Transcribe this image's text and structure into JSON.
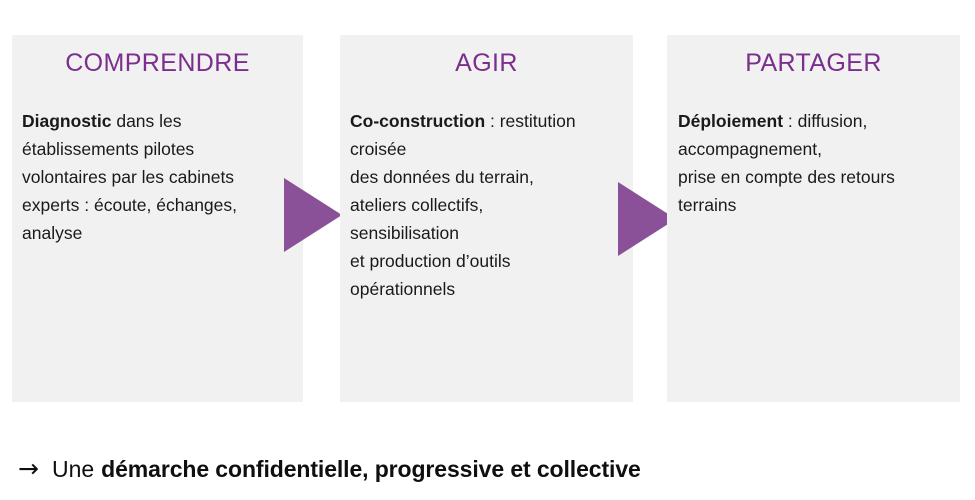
{
  "slide": {
    "background_color": "#ffffff",
    "accent_color": "#7B2E8E",
    "panel_background_color": "#f1f1f1",
    "text_color": "#1a1a1a"
  },
  "panels": [
    {
      "title": "COMPRENDRE",
      "lead": "Diagnostic",
      "body": " dans les\nétablissements pilotes\nvolontaires par les cabinets\nexperts : écoute, échanges,\nanalyse"
    },
    {
      "title": "AGIR",
      "lead": "Co-construction",
      "body": " : restitution\ncroisée\ndes données du terrain,\nateliers collectifs,\nsensibilisation\net production d’outils\nopérationnels"
    },
    {
      "title": "PARTAGER",
      "lead": "Déploiement",
      "body": " : diffusion,\naccompagnement,\nprise en compte des retours\nterrains"
    }
  ],
  "arrows": [
    {
      "name": "arrow-comprendre-to-agir",
      "color": "#8A5198"
    },
    {
      "name": "arrow-agir-to-partager",
      "color": "#8A5198"
    }
  ],
  "caption": {
    "arrow_glyph": "→",
    "lead": "Une",
    "emphasis": "démarche confidentielle, progressive et collective"
  }
}
